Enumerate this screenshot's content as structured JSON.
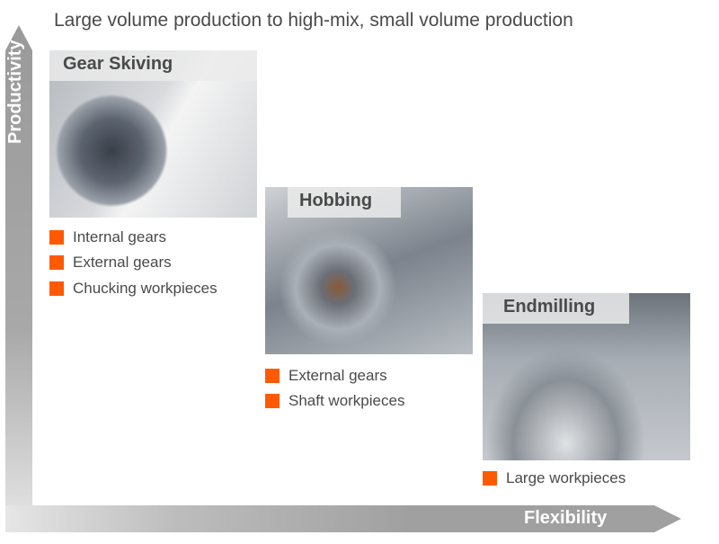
{
  "title": "Large volume production to high-mix, small volume production",
  "axes": {
    "y_label": "Productivity",
    "x_label": "Flexibility"
  },
  "accent_color": "#ff5a00",
  "methods": [
    {
      "name": "Gear Skiving",
      "features": [
        "Internal gears",
        "External gears",
        "Chucking workpieces"
      ]
    },
    {
      "name": "Hobbing",
      "features": [
        "External gears",
        "Shaft workpieces"
      ]
    },
    {
      "name": "Endmilling",
      "features": [
        "Large workpieces"
      ]
    }
  ]
}
